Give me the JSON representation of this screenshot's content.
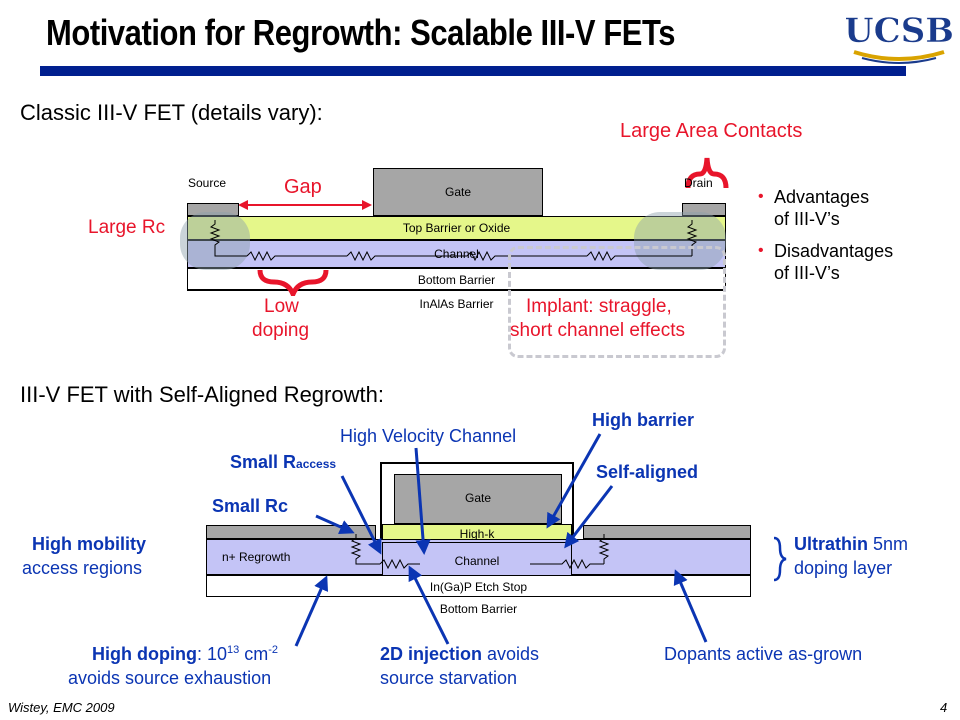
{
  "slide": {
    "title": "Motivation for Regrowth: Scalable III-V FETs",
    "logo_text": "UCSB",
    "footer_left": "Wistey, EMC 2009",
    "page_number": "4"
  },
  "classic": {
    "heading": "Classic III-V FET (details vary):",
    "source": "Source",
    "drain": "Drain",
    "gate": "Gate",
    "top_barrier": "Top Barrier or Oxide",
    "channel": "Channel",
    "bottom_barrier": "Bottom Barrier",
    "inalas_barrier": "InAlAs Barrier",
    "gap": "Gap",
    "large_rc": "Large Rc",
    "large_area_contacts": "Large Area Contacts",
    "low_doping_1": "Low",
    "low_doping_2": "doping",
    "implant_1": "Implant: straggle,",
    "implant_2": "short channel effects",
    "bullets": [
      {
        "line1": "Advantages",
        "line2": "of III-V’s"
      },
      {
        "line1": "Disadvantages",
        "line2": "of III-V’s"
      }
    ]
  },
  "regrowth": {
    "heading": "III-V FET with Self-Aligned Regrowth:",
    "gate": "Gate",
    "high_k": "High-k",
    "channel": "Channel",
    "n_regrowth": "n+ Regrowth",
    "etch_stop": "In(Ga)P Etch Stop",
    "bottom_barrier": "Bottom Barrier",
    "high_velocity_channel": "High Velocity Channel",
    "high_barrier": "High barrier",
    "small_raccess_main": "Small R",
    "small_raccess_sub": "access",
    "self_aligned": "Self-aligned",
    "small_rc": "Small Rc",
    "high_mobility_1": "High mobility",
    "high_mobility_2": "access regions",
    "ultrathin_bold": "Ultrathin",
    "ultrathin_rest": " 5nm",
    "ultrathin_2": "doping layer",
    "high_doping_bold": "High doping",
    "high_doping_rest": ": 10",
    "high_doping_exp": "13",
    "high_doping_unit": " cm",
    "high_doping_unit_exp": "-2",
    "high_doping_2": "avoids source exhaustion",
    "injection_bold": "2D injection",
    "injection_rest": " avoids",
    "injection_2": "source starvation",
    "dopants": "Dopants active as-grown"
  },
  "colors": {
    "title_bar": "#001f8f",
    "label_red": "#e8152b",
    "label_blue": "#0b35b3",
    "gate_gray": "#a6a6a6",
    "barrier_green": "#e5f78a",
    "channel_lavender": "#c4c4f6"
  }
}
